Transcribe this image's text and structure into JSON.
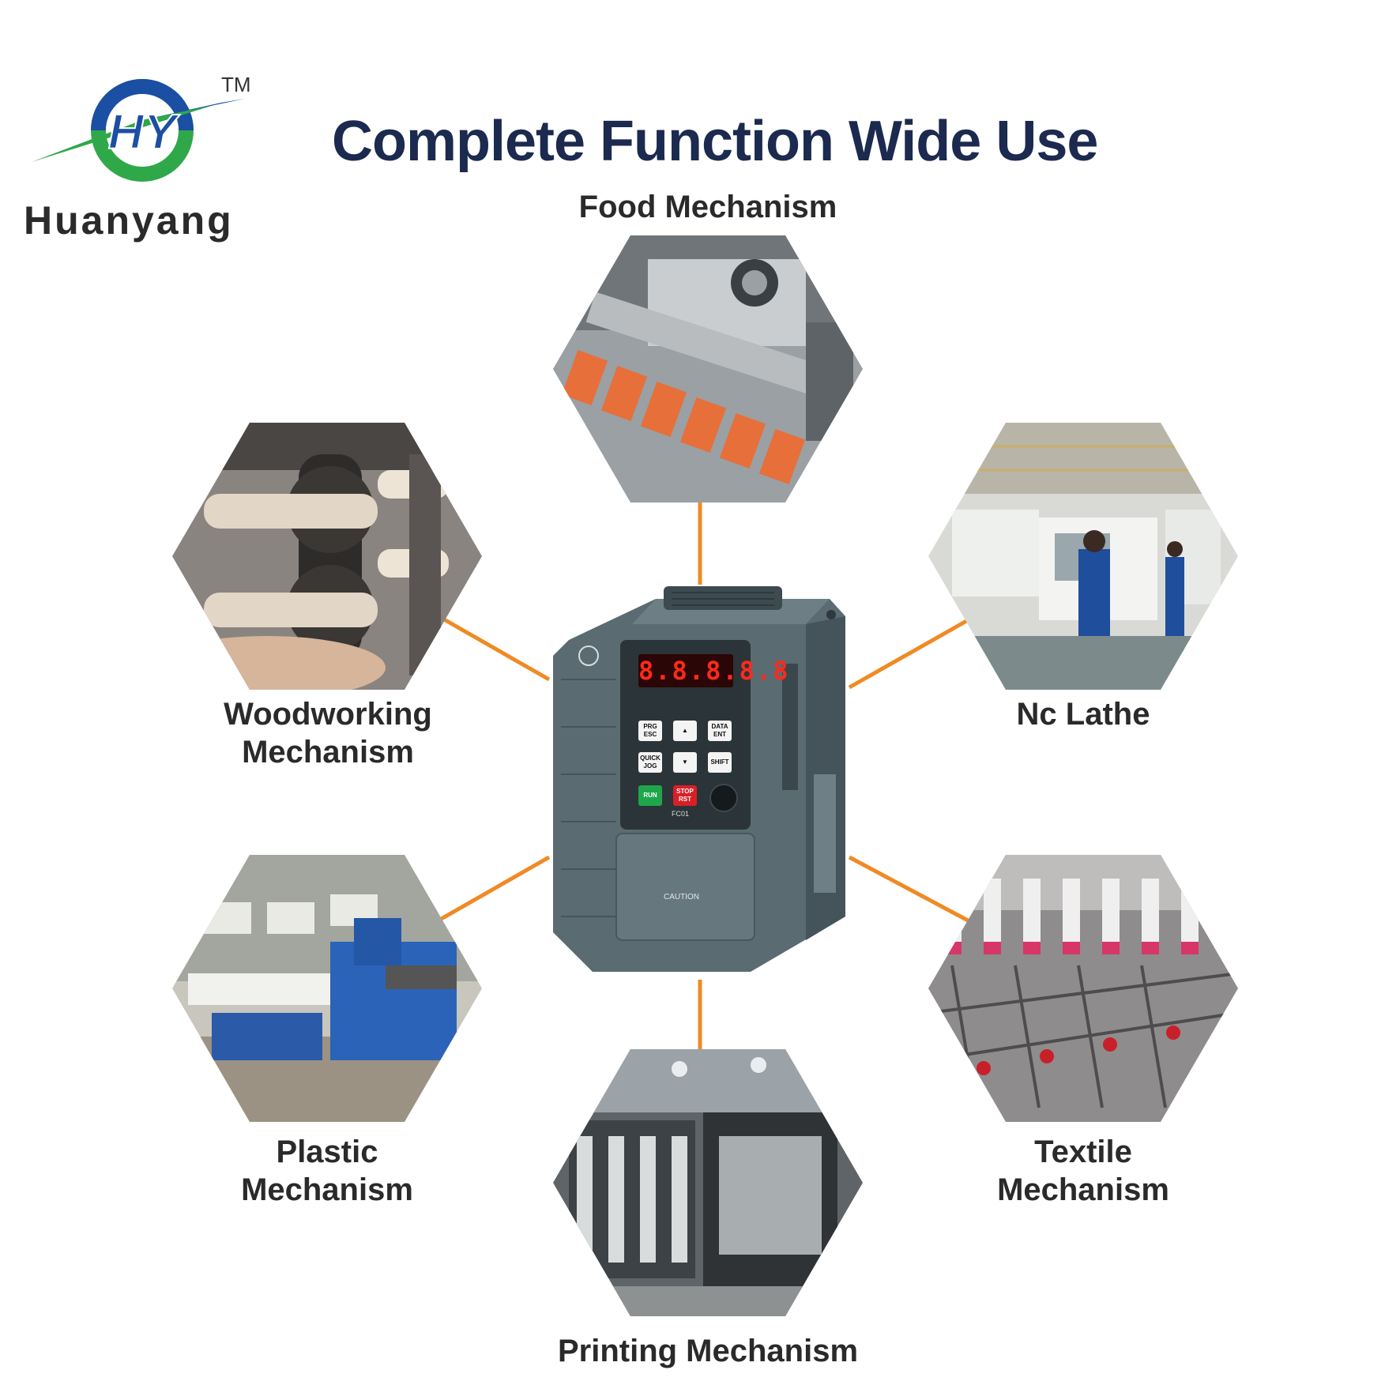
{
  "brand": {
    "name": "Huanyang",
    "trademark": "TM",
    "colors": {
      "blue": "#1b4fa3",
      "green": "#2fa84a",
      "text": "#2a2a2a"
    }
  },
  "title": "Complete Function Wide Use",
  "applications": [
    {
      "id": "food",
      "label_lines": [
        "Food Mechanism"
      ]
    },
    {
      "id": "woodworking",
      "label_lines": [
        "Woodworking",
        "Mechanism"
      ]
    },
    {
      "id": "nc-lathe",
      "label_lines": [
        "Nc Lathe"
      ]
    },
    {
      "id": "plastic",
      "label_lines": [
        "Plastic",
        "Mechanism"
      ]
    },
    {
      "id": "textile",
      "label_lines": [
        "Textile",
        "Mechanism"
      ]
    },
    {
      "id": "printing",
      "label_lines": [
        "Printing  Mechanism"
      ]
    }
  ],
  "device": {
    "display_digits": "8.8.8.8.8",
    "keys": {
      "prg": "PRG ESC",
      "data": "DATA ENT",
      "quick": "QUICK JOG",
      "shift": "SHIFT",
      "run": "RUN",
      "stop": "STOP RST"
    },
    "model": "FC01",
    "caution": "CAUTION",
    "colors": {
      "body": "#5a6b72",
      "panel": "#2b3438",
      "accent": "#f08a24"
    }
  }
}
